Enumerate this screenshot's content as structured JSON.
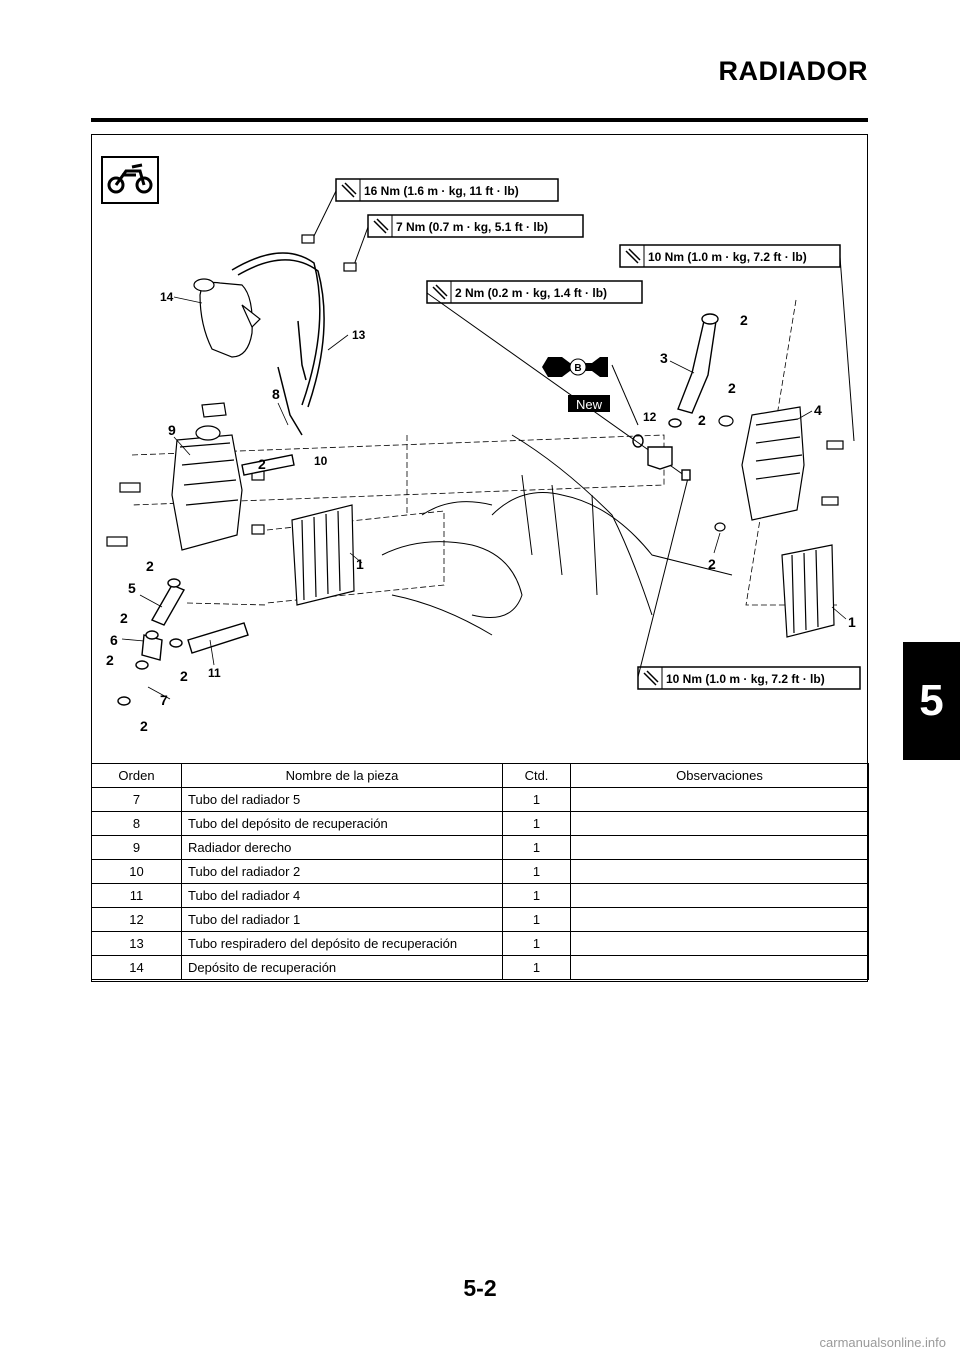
{
  "header": {
    "title": "RADIADOR"
  },
  "diagram": {
    "torque_labels": [
      "16 Nm (1.6 m · kg, 11 ft · lb)",
      "7 Nm (0.7 m · kg, 5.1 ft · lb)",
      "10 Nm (1.0 m · kg, 7.2 ft · lb)",
      "2 Nm (0.2 m · kg, 1.4 ft · lb)",
      "10 Nm (1.0 m · kg, 7.2 ft · lb)"
    ],
    "badges": {
      "new": "New",
      "b": "B"
    },
    "callouts": [
      "14",
      "13",
      "8",
      "9",
      "2",
      "10",
      "2",
      "1",
      "5",
      "2",
      "6",
      "2",
      "2",
      "11",
      "7",
      "2",
      "2",
      "3",
      "12",
      "2",
      "2",
      "4",
      "2",
      "1"
    ]
  },
  "table": {
    "headers": [
      "Orden",
      "Nombre de la pieza",
      "Ctd.",
      "Observaciones"
    ],
    "rows": [
      [
        "7",
        "Tubo del radiador 5",
        "1",
        ""
      ],
      [
        "8",
        "Tubo del depósito de recuperación",
        "1",
        ""
      ],
      [
        "9",
        "Radiador derecho",
        "1",
        ""
      ],
      [
        "10",
        "Tubo del radiador 2",
        "1",
        ""
      ],
      [
        "11",
        "Tubo del radiador 4",
        "1",
        ""
      ],
      [
        "12",
        "Tubo del radiador 1",
        "1",
        ""
      ],
      [
        "13",
        "Tubo respiradero del depósito de recuperación",
        "1",
        ""
      ],
      [
        "14",
        "Depósito de recuperación",
        "1",
        ""
      ]
    ]
  },
  "chapter_tab": "5",
  "footer": {
    "page_number": "5-2",
    "watermark": "carmanualsonline.info"
  }
}
